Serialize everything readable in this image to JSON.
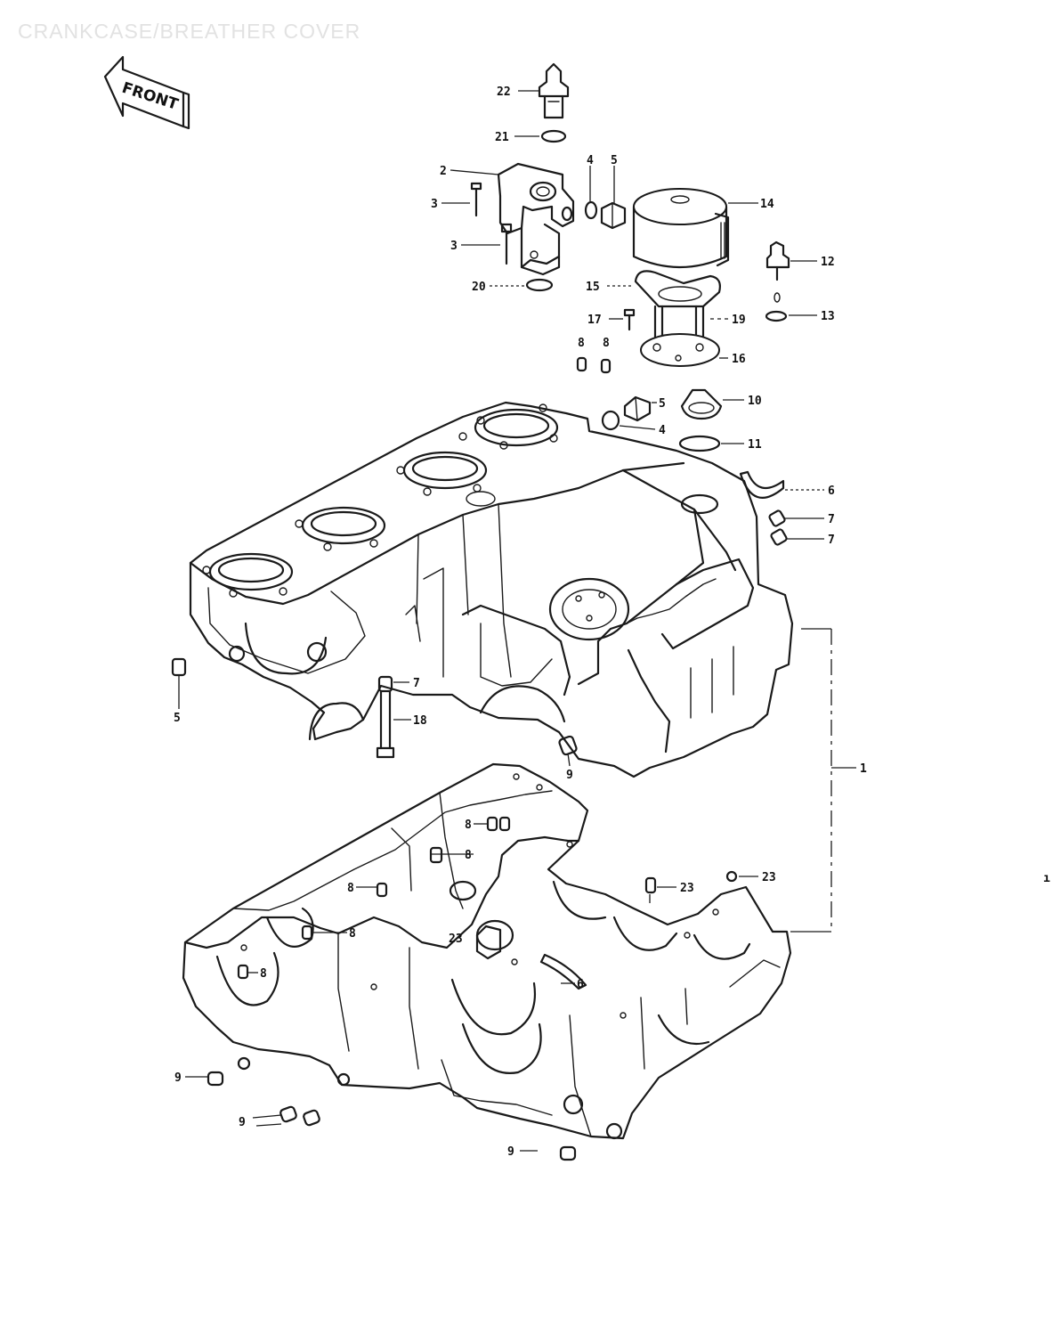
{
  "title": "CRANKCASE/BREATHER COVER",
  "orientation_label": "FRONT",
  "callouts": [
    {
      "label": "22",
      "part": "oil-pressure-switch"
    },
    {
      "label": "21",
      "part": "o-ring"
    },
    {
      "label": "2",
      "part": "breather-cover-bracket"
    },
    {
      "label": "3",
      "part": "bolt"
    },
    {
      "label": "3",
      "part": "bolt"
    },
    {
      "label": "4",
      "part": "o-ring"
    },
    {
      "label": "5",
      "part": "plug"
    },
    {
      "label": "14",
      "part": "oil-filter"
    },
    {
      "label": "12",
      "part": "switch"
    },
    {
      "label": "13",
      "part": "gasket"
    },
    {
      "label": "20",
      "part": "o-ring"
    },
    {
      "label": "15",
      "part": "filter-cover"
    },
    {
      "label": "17",
      "part": "bolt"
    },
    {
      "label": "19",
      "part": "stud"
    },
    {
      "label": "16",
      "part": "plate"
    },
    {
      "label": "8",
      "part": "dowel-pin"
    },
    {
      "label": "8",
      "part": "dowel-pin"
    },
    {
      "label": "5",
      "part": "plug"
    },
    {
      "label": "4",
      "part": "o-ring"
    },
    {
      "label": "10",
      "part": "cap"
    },
    {
      "label": "11",
      "part": "gasket"
    },
    {
      "label": "6",
      "part": "bearing-half"
    },
    {
      "label": "7",
      "part": "dowel-pin"
    },
    {
      "label": "7",
      "part": "dowel-pin"
    },
    {
      "label": "5",
      "part": "plug"
    },
    {
      "label": "7",
      "part": "dowel-pin"
    },
    {
      "label": "18",
      "part": "stud-bolt"
    },
    {
      "label": "9",
      "part": "dowel-pin"
    },
    {
      "label": "1",
      "part": "crankcase-assembly"
    },
    {
      "label": "8",
      "part": "dowel-pin"
    },
    {
      "label": "8",
      "part": "dowel-pin"
    },
    {
      "label": "8",
      "part": "dowel-pin"
    },
    {
      "label": "8",
      "part": "dowel-pin"
    },
    {
      "label": "8",
      "part": "dowel-pin"
    },
    {
      "label": "23",
      "part": "knock-pin"
    },
    {
      "label": "23",
      "part": "knock-pin"
    },
    {
      "label": "23",
      "part": "knock-pin"
    },
    {
      "label": "6",
      "part": "bearing-half"
    },
    {
      "label": "9",
      "part": "dowel-pin"
    },
    {
      "label": "9",
      "part": "dowel-pin"
    },
    {
      "label": "9",
      "part": "dowel-pin"
    }
  ]
}
